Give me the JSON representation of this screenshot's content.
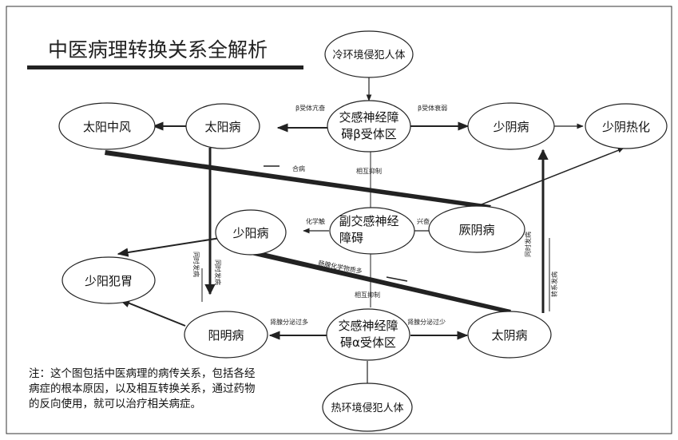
{
  "title": "中医病理转换关系全解析",
  "nodes": {
    "cold": "冷环境侵犯人体",
    "beta": [
      "交感神经障",
      "碍β受体区"
    ],
    "taiyang_zhongfeng": "太阳中风",
    "taiyang": "太阳病",
    "shaoyin": "少阴病",
    "shaoyin_rehua": "少阴热化",
    "parasym": [
      "副交感神经",
      "障碍"
    ],
    "shaoyang": "少阳病",
    "jueyin": "厥阴病",
    "shaoyang_fanwei": "少阳犯胃",
    "yangming": "阳明病",
    "alpha": [
      "交感神经障",
      "碍α受体区"
    ],
    "taiyin": "太阴病",
    "hot": "热环境侵犯人体"
  },
  "edge_labels": {
    "beta_hyper": "β受体亢奋",
    "beta_weak": "β受体衰弱",
    "hebing": "合病",
    "mutual_top": "相互抑制",
    "chem_contact": "化学触",
    "excite": "兴奋",
    "secretion_long": "肠腺化学物质多",
    "mutual_bottom": "相互抑制",
    "gland_excess": "肾腺分泌过多",
    "gland_deficit": "肾腺分泌过少",
    "left_vertical_1": "同时发病",
    "left_vertical_2": "同时发病",
    "right_vertical_1": "同时发病",
    "right_vertical_2": "转系发病"
  },
  "note": [
    "注：这个图包括中医病理的病传关系，包括各经",
    "病症的根本原因，以及相互转换关系，通过药物",
    "的反向使用，就可以治疗相关病症。"
  ]
}
